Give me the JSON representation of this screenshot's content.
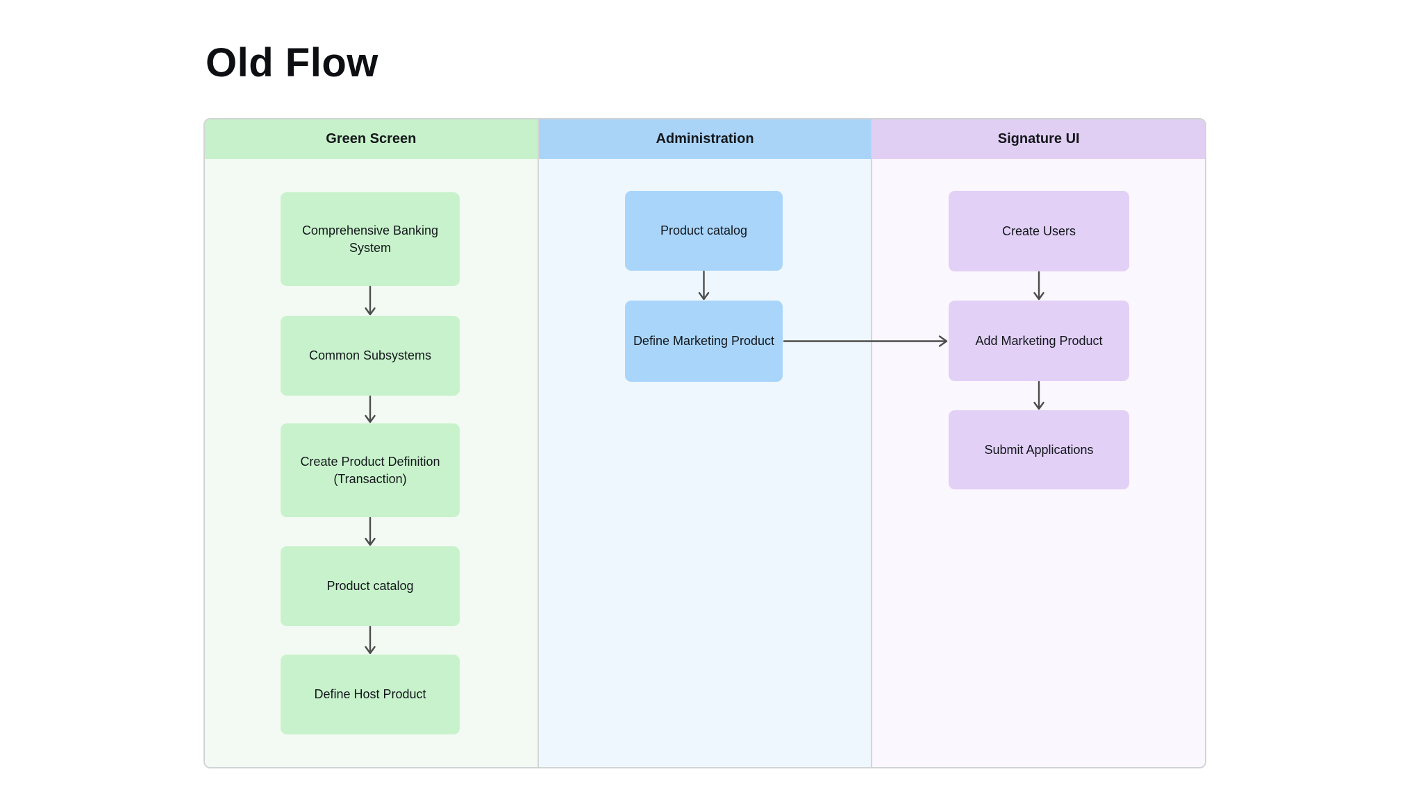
{
  "title": "Old Flow",
  "colors": {
    "arrow": "#4d4d4d",
    "container_border": "#d1d3d5",
    "lane_separator": "#d3d5d7",
    "title_text": "#0d0f12",
    "node_text": "#13171c"
  },
  "lanes": [
    {
      "id": "green-screen",
      "label": "Green Screen",
      "header_color": "#c7f1ca",
      "body_color": "#f2faf3",
      "node_color": "#c8f2cb",
      "nodes": [
        {
          "id": "cbs",
          "label": "Comprehensive Banking System",
          "label_lines": [
            "Comprehensive Banking",
            "System"
          ]
        },
        {
          "id": "cs",
          "label": "Common Subsystems",
          "label_lines": [
            "Common Subsystems"
          ]
        },
        {
          "id": "cpd",
          "label": "Create Product Definition (Transaction)",
          "label_lines": [
            "Create Product Definition",
            "(Transaction)"
          ]
        },
        {
          "id": "pc_g",
          "label": "Product catalog",
          "label_lines": [
            "Product catalog"
          ]
        },
        {
          "id": "dhp",
          "label": "Define Host Product",
          "label_lines": [
            "Define Host Product"
          ]
        }
      ]
    },
    {
      "id": "administration",
      "label": "Administration",
      "header_color": "#a9d4f8",
      "body_color": "#eef7fd",
      "node_color": "#a9d5fa",
      "nodes": [
        {
          "id": "pc_a",
          "label": "Product catalog",
          "label_lines": [
            "Product catalog"
          ]
        },
        {
          "id": "dmp",
          "label": "Define Marketing Product",
          "label_lines": [
            "Define Marketing Product"
          ]
        }
      ]
    },
    {
      "id": "signature-ui",
      "label": "Signature UI",
      "header_color": "#e0cef3",
      "body_color": "#faf7fe",
      "node_color": "#e2d0f6",
      "nodes": [
        {
          "id": "cu",
          "label": "Create Users",
          "label_lines": [
            "Create Users"
          ]
        },
        {
          "id": "amp",
          "label": "Add Marketing Product",
          "label_lines": [
            "Add Marketing Product"
          ]
        },
        {
          "id": "sa",
          "label": "Submit Applications",
          "label_lines": [
            "Submit Applications"
          ]
        }
      ]
    }
  ],
  "edges": [
    {
      "from": "cbs",
      "to": "cs"
    },
    {
      "from": "cs",
      "to": "cpd"
    },
    {
      "from": "cpd",
      "to": "pc_g"
    },
    {
      "from": "pc_g",
      "to": "dhp"
    },
    {
      "from": "pc_a",
      "to": "dmp"
    },
    {
      "from": "dmp",
      "to": "amp"
    },
    {
      "from": "cu",
      "to": "amp"
    },
    {
      "from": "amp",
      "to": "sa"
    }
  ]
}
